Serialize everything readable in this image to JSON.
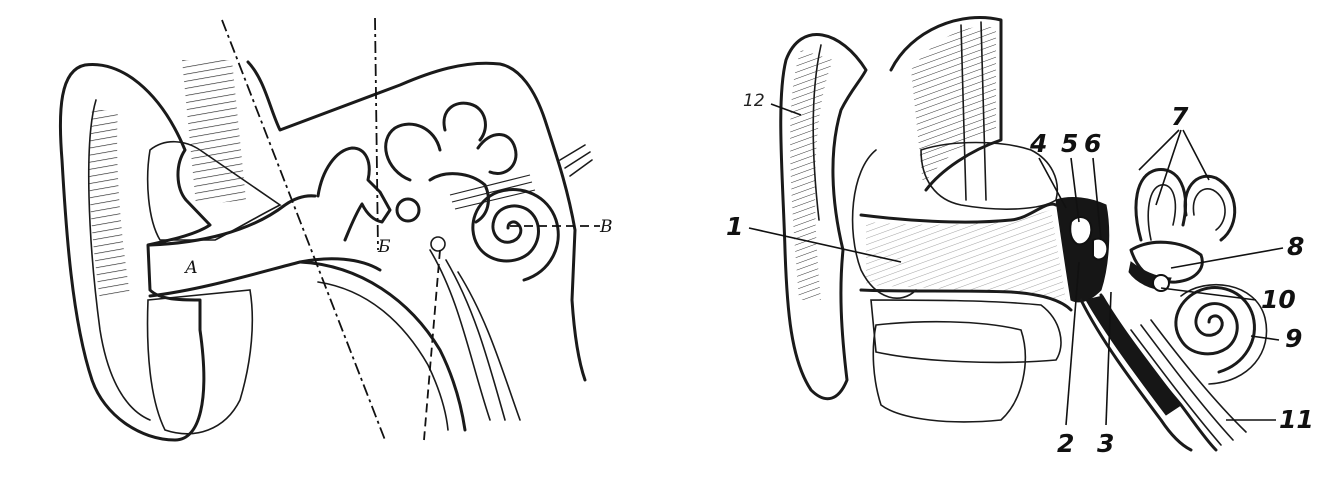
{
  "left_figure": {
    "labels": {
      "a": "А",
      "b": "Б",
      "v": "В"
    }
  },
  "right_figure": {
    "labels": {
      "n1": "1",
      "n2": "2",
      "n3": "3",
      "n4": "4",
      "n5": "5",
      "n6": "6",
      "n7": "7",
      "n8": "8",
      "n9": "9",
      "n10": "10",
      "n11": "11",
      "n12": "12"
    }
  }
}
